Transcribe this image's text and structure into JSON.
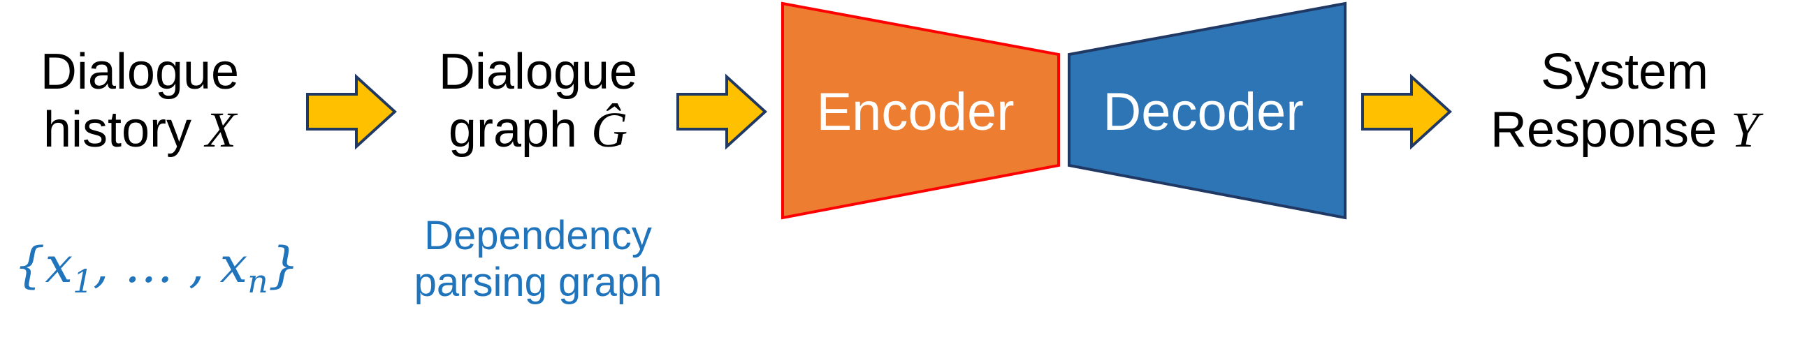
{
  "input": {
    "line1": "Dialogue",
    "line2_text": "history ",
    "line2_var": "X",
    "set_open": "{",
    "set_x1": "x",
    "set_sub1": "1",
    "set_mid": ", … , ",
    "set_xn": "x",
    "set_subn": "n",
    "set_close": "}"
  },
  "graph": {
    "line1": "Dialogue",
    "line2_text": "graph ",
    "line2_var": "Ĝ",
    "note_line1": "Dependency",
    "note_line2": "parsing graph"
  },
  "encoder": {
    "label": "Encoder",
    "fill": "#ed7d31",
    "stroke": "#ff0000"
  },
  "decoder": {
    "label": "Decoder",
    "fill": "#2e75b6",
    "stroke": "#1f3864"
  },
  "output": {
    "line1": "System",
    "line2_text": "Response ",
    "line2_var": "Y"
  },
  "colors": {
    "arrow_fill": "#ffc000",
    "arrow_stroke": "#1f3864",
    "accent_blue": "#1f74bc"
  }
}
